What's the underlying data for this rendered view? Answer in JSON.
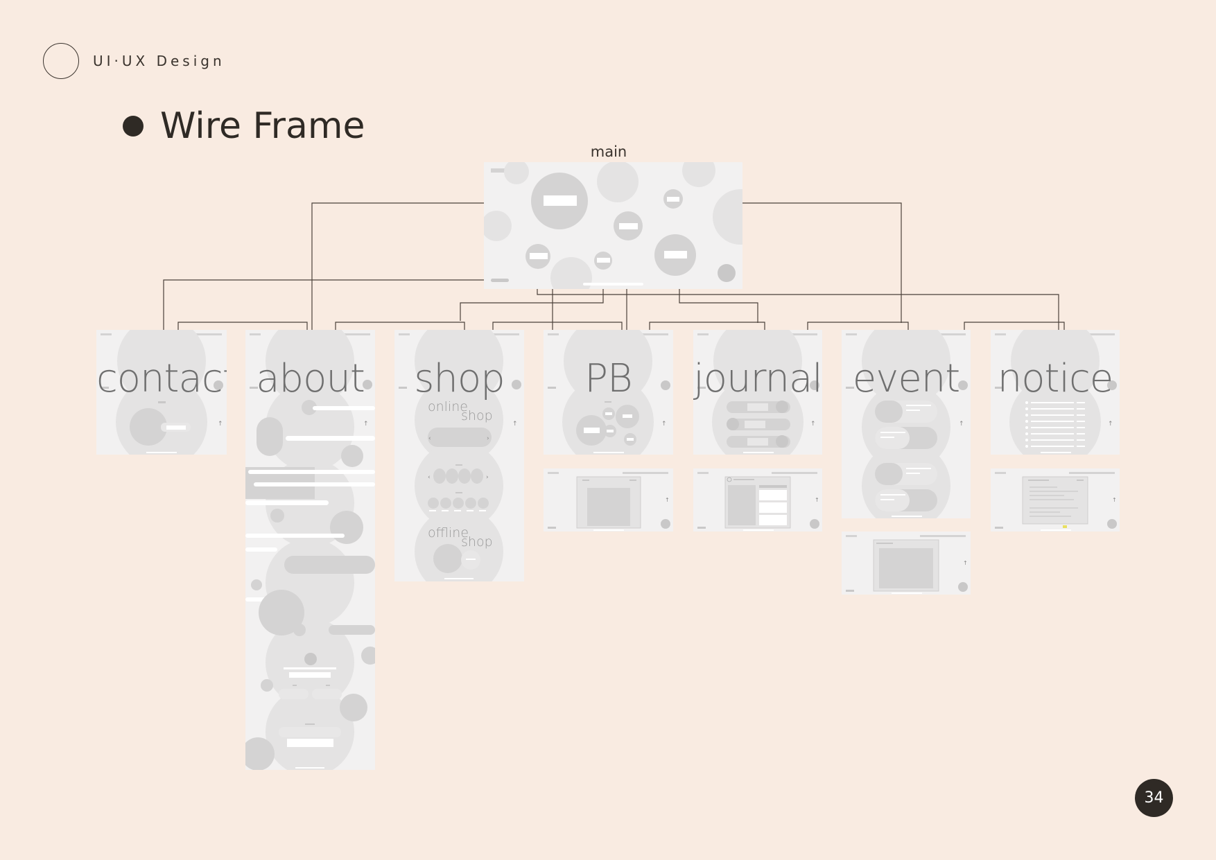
{
  "header": {
    "label": "UI·UX Design"
  },
  "title": "Wire Frame",
  "main_frame": {
    "label": "main"
  },
  "categories": [
    {
      "key": "contact",
      "label": "contact"
    },
    {
      "key": "about",
      "label": "about"
    },
    {
      "key": "shop",
      "label": "shop",
      "sub_labels": [
        "online",
        "shop",
        "offline",
        "shop"
      ]
    },
    {
      "key": "pb",
      "label": "PB"
    },
    {
      "key": "journal",
      "label": "journal"
    },
    {
      "key": "event",
      "label": "event"
    },
    {
      "key": "notice",
      "label": "notice"
    }
  ],
  "page_number": "34",
  "colors": {
    "background": "#f9ebe1",
    "ink": "#2f2a25",
    "frame": "#f2f1f1",
    "circle": "#e4e3e3",
    "block": "#d4d3d3",
    "connector": "#4a4039"
  }
}
